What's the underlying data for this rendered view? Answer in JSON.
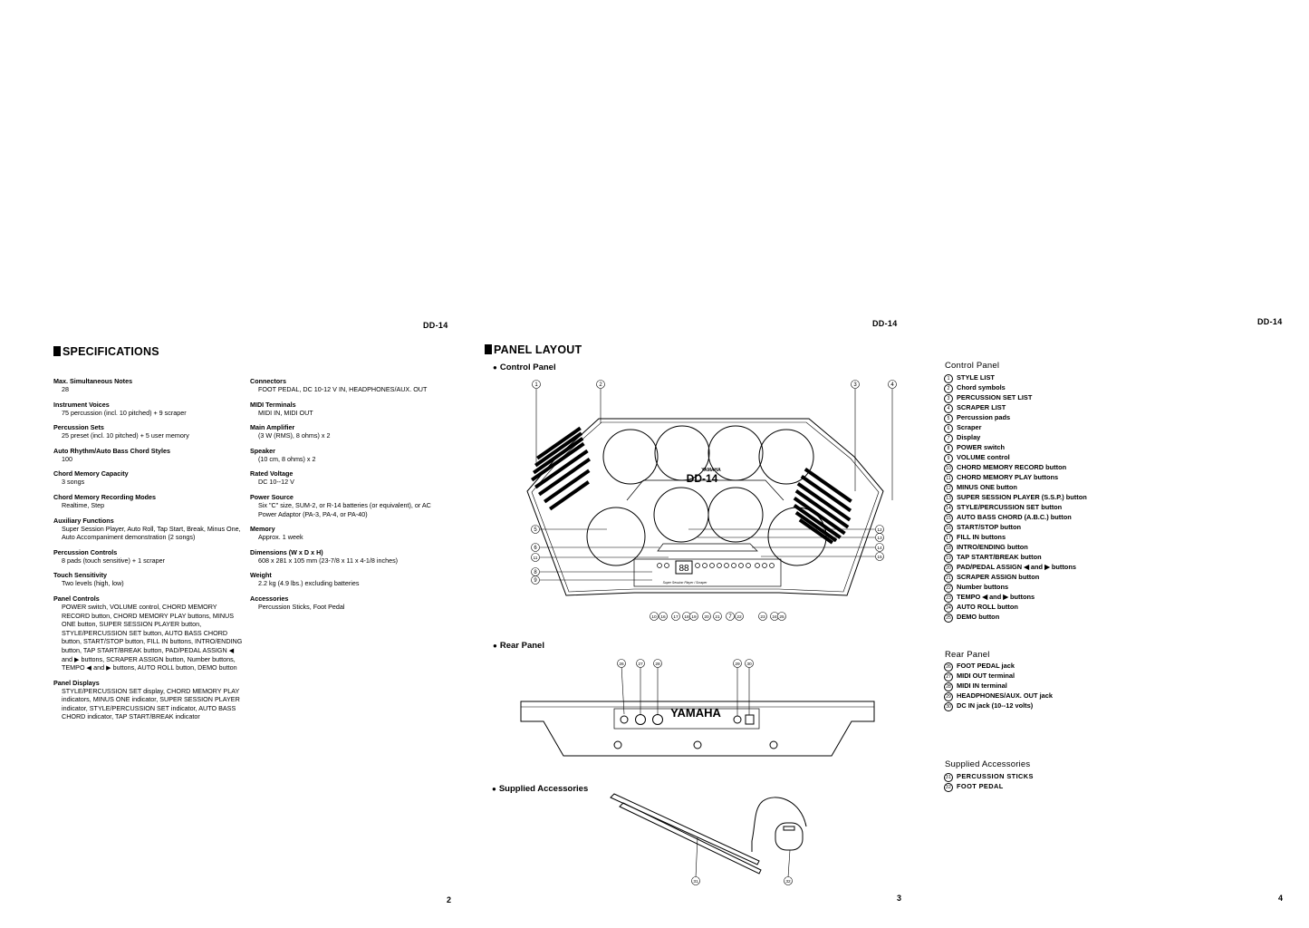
{
  "page_header": "DD-14",
  "pages": {
    "left": "2",
    "middle": "3",
    "right": "4"
  },
  "specifications": {
    "title": "SPECIFICATIONS",
    "col1": [
      {
        "label": "Max. Simultaneous Notes",
        "value": "28"
      },
      {
        "label": "Instrument Voices",
        "value": "75 percussion (incl. 10 pitched) + 9 scraper"
      },
      {
        "label": "Percussion Sets",
        "value": "25 preset (incl. 10 pitched) + 5 user memory"
      },
      {
        "label": "Auto Rhythm/Auto Bass Chord Styles",
        "value": "100"
      },
      {
        "label": "Chord Memory Capacity",
        "value": "3 songs"
      },
      {
        "label": "Chord Memory Recording Modes",
        "value": "Realtime, Step"
      },
      {
        "label": "Auxiliary Functions",
        "value": "Super Session Player, Auto Roll, Tap Start, Break, Minus One, Auto Accompaniment demonstration (2 songs)"
      },
      {
        "label": "Percussion Controls",
        "value": "8 pads (touch sensitive) + 1 scraper"
      },
      {
        "label": "Touch Sensitivity",
        "value": "Two levels (high, low)"
      },
      {
        "label": "Panel Controls",
        "value": "POWER switch, VOLUME control, CHORD MEMORY RECORD button, CHORD MEMORY PLAY buttons, MINUS ONE button, SUPER SESSION PLAYER button, STYLE/PERCUSSION SET button, AUTO BASS CHORD button, START/STOP button, FILL IN buttons, INTRO/ENDING button, TAP START/BREAK button, PAD/PEDAL ASSIGN ◀ and ▶ buttons, SCRAPER ASSIGN button, Number buttons, TEMPO ◀ and ▶ buttons, AUTO ROLL button, DEMO button"
      },
      {
        "label": "Panel Displays",
        "value": "STYLE/PERCUSSION SET display, CHORD MEMORY PLAY indicators, MINUS ONE indicator, SUPER SESSION PLAYER indicator, STYLE/PERCUSSION SET indicator, AUTO BASS CHORD indicator, TAP START/BREAK indicator"
      }
    ],
    "col2": [
      {
        "label": "Connectors",
        "value": "FOOT PEDAL, DC 10-12 V IN, HEADPHONES/AUX. OUT"
      },
      {
        "label": "MIDI Terminals",
        "value": "MIDI IN, MIDI OUT"
      },
      {
        "label": "Main Amplifier",
        "value": "(3 W (RMS), 8 ohms) x 2"
      },
      {
        "label": "Speaker",
        "value": "(10 cm, 8 ohms) x 2"
      },
      {
        "label": "Rated Voltage",
        "value": "DC 10--12 V"
      },
      {
        "label": "Power Source",
        "value": "Six \"C\" size, SUM-2, or R-14 batteries (or equivalent), or AC Power Adaptor (PA-3, PA-4, or PA-40)"
      },
      {
        "label": "Memory",
        "value": "Approx. 1 week"
      },
      {
        "label": "Dimensions (W x D x H)",
        "value": "608 x 281 x 105 mm (23-7/8 x 11 x 4-1/8 inches)"
      },
      {
        "label": "Weight",
        "value": "2.2 kg (4.9 lbs.) excluding batteries"
      },
      {
        "label": "Accessories",
        "value": "Percussion Sticks, Foot Pedal"
      }
    ]
  },
  "panel_layout": {
    "title": "PANEL LAYOUT",
    "control_panel_label": "Control Panel",
    "rear_panel_label": "Rear Panel",
    "supplied_label": "Supplied Accessories",
    "brand": "YAMAHA",
    "model": "DD-14",
    "ssp_label": "Super Session Player / Scraper"
  },
  "control_panel_list": {
    "title": "Control Panel",
    "items": [
      {
        "n": "1",
        "label": "STYLE LIST"
      },
      {
        "n": "2",
        "label": "Chord symbols"
      },
      {
        "n": "3",
        "label": "PERCUSSION SET LIST"
      },
      {
        "n": "4",
        "label": "SCRAPER LIST"
      },
      {
        "n": "5",
        "label": "Percussion pads"
      },
      {
        "n": "6",
        "label": "Scraper"
      },
      {
        "n": "7",
        "label": "Display"
      },
      {
        "n": "8",
        "label": "POWER switch"
      },
      {
        "n": "9",
        "label": "VOLUME control"
      },
      {
        "n": "10",
        "label": "CHORD MEMORY RECORD button"
      },
      {
        "n": "11",
        "label": "CHORD MEMORY PLAY buttons"
      },
      {
        "n": "12",
        "label": "MINUS ONE button"
      },
      {
        "n": "13",
        "label": "SUPER SESSION PLAYER (S.S.P.) button"
      },
      {
        "n": "14",
        "label": "STYLE/PERCUSSION SET button"
      },
      {
        "n": "15",
        "label": "AUTO BASS CHORD (A.B.C.) button"
      },
      {
        "n": "16",
        "label": "START/STOP button"
      },
      {
        "n": "17",
        "label": "FILL IN buttons"
      },
      {
        "n": "18",
        "label": "INTRO/ENDING button"
      },
      {
        "n": "19",
        "label": "TAP START/BREAK button"
      },
      {
        "n": "20",
        "label": "PAD/PEDAL ASSIGN ◀ and ▶ buttons"
      },
      {
        "n": "21",
        "label": "SCRAPER ASSIGN button"
      },
      {
        "n": "22",
        "label": "Number buttons"
      },
      {
        "n": "23",
        "label": "TEMPO ◀ and ▶ buttons"
      },
      {
        "n": "24",
        "label": "AUTO ROLL button"
      },
      {
        "n": "25",
        "label": "DEMO button"
      }
    ]
  },
  "rear_panel_list": {
    "title": "Rear Panel",
    "items": [
      {
        "n": "26",
        "label": "FOOT PEDAL jack"
      },
      {
        "n": "27",
        "label": "MIDI OUT terminal"
      },
      {
        "n": "28",
        "label": "MIDI IN terminal"
      },
      {
        "n": "29",
        "label": "HEADPHONES/AUX. OUT jack"
      },
      {
        "n": "30",
        "label": "DC IN jack (10--12 volts)"
      }
    ]
  },
  "accessories_list": {
    "title": "Supplied Accessories",
    "items": [
      {
        "n": "31",
        "label": "PERCUSSION STICKS"
      },
      {
        "n": "32",
        "label": "FOOT PEDAL"
      }
    ]
  },
  "callouts_top": [
    "1",
    "2",
    "3",
    "4"
  ],
  "callouts_left": [
    "5",
    "6",
    "11",
    "8",
    "9"
  ],
  "callouts_right": [
    "12",
    "13",
    "14",
    "15"
  ],
  "callouts_bottom": [
    "10",
    "16",
    "17",
    "18",
    "19",
    "20",
    "21",
    "7",
    "22",
    "23",
    "24",
    "25"
  ],
  "callouts_rear": [
    "26",
    "27",
    "28",
    "29",
    "30"
  ],
  "callouts_acc": [
    "31",
    "32"
  ]
}
